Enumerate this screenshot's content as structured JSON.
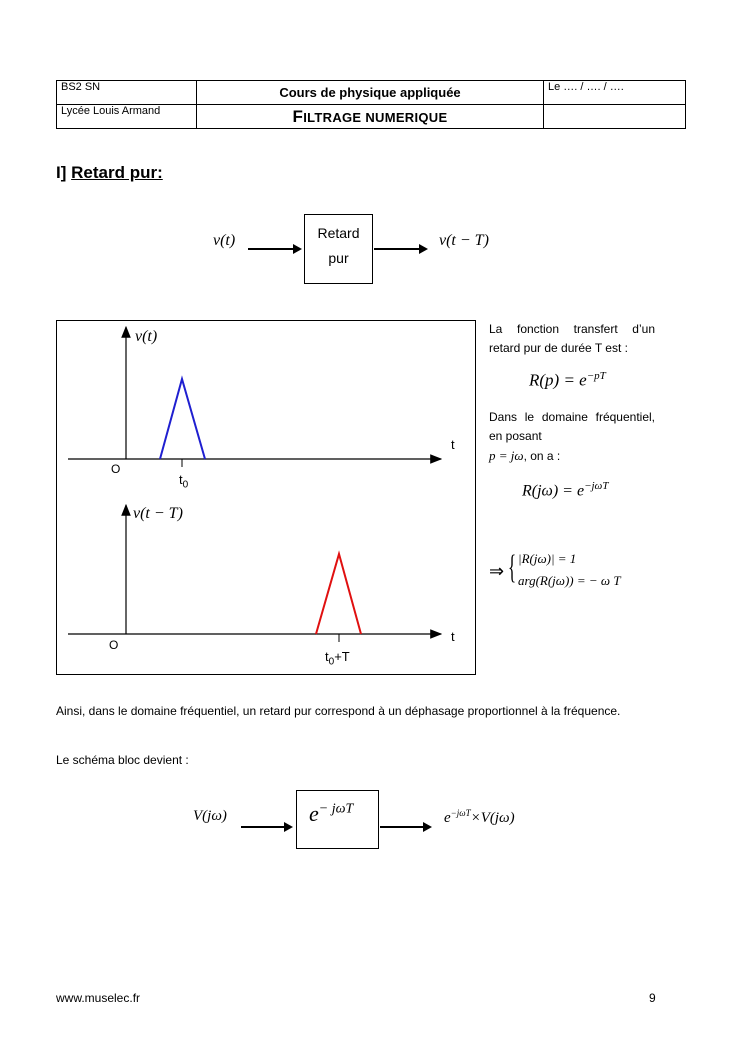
{
  "header": {
    "class_label": "BS2  SN",
    "course_title": "Cours de physique appliquée",
    "date_label": "Le …. / …. / ….",
    "school": "Lycée Louis Armand",
    "chapter_title_first": "F",
    "chapter_title_rest": "ILTRAGE NUMERIQUE"
  },
  "section": {
    "number": "I]",
    "title": "Retard pur:"
  },
  "block1": {
    "input": "v(t)",
    "box_line1": "Retard",
    "box_line2": "pur",
    "output": "v(t − T)"
  },
  "graph": {
    "top_ylabel": "v(t)",
    "top_t": "t",
    "top_origin": "O",
    "top_tick": "t",
    "top_tick_sub": "0",
    "bottom_ylabel": "v(t − T)",
    "bottom_t": "t",
    "bottom_origin": "O",
    "bottom_tick": "t",
    "bottom_tick_sub": "0",
    "bottom_tick_suffix": "+T",
    "blue_color": "#1f1fd0",
    "red_color": "#e01010"
  },
  "side_text": {
    "p1": "La fonction transfert d’un retard pur de durée T est :",
    "eq1_lhs": "R(p) = e",
    "eq1_exp": "−pT",
    "p2_line1": "Dans le domaine fréquentiel, en posant",
    "p2_inline": "p = jω",
    "p2_tail": ", on a :",
    "eq2_lhs": "R(jω) = e",
    "eq2_exp": "−jωT",
    "imp": "⇒",
    "sys1": "|R(jω)| = 1",
    "sys2": "arg(R(jω)) = − ω T"
  },
  "body_text": {
    "p3": "Ainsi, dans le domaine fréquentiel, un retard pur correspond à un déphasage proportionnel à la fréquence.",
    "p4": "Le schéma bloc devient :"
  },
  "block2": {
    "input": "V(jω)",
    "box": "e",
    "box_exp": "− jωT",
    "output_e": "e",
    "output_exp": "−jωT",
    "output_tail": "×V(jω)"
  },
  "footer": {
    "site": "www.muselec.fr",
    "page": "9"
  }
}
